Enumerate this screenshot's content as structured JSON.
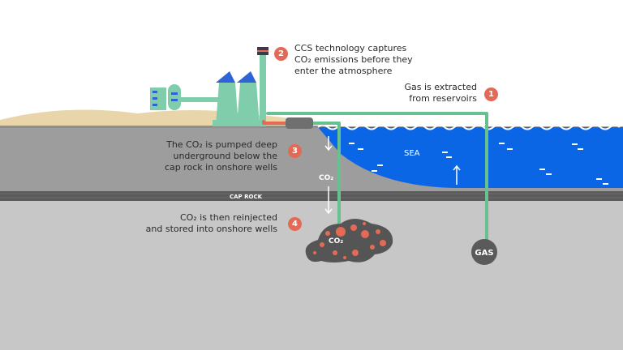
{
  "colors": {
    "sky": "#ffffff",
    "sand": "#e9d5aa",
    "sea": "#0a66e6",
    "ground_upper": "#9c9c9c",
    "ground_lower": "#c6c6c6",
    "cap_rock": "#5a5a5a",
    "pipe": "#67c08f",
    "building": "#7fcdaa",
    "roof_blue": "#2f63d6",
    "badge": "#e36a57",
    "co2_blob": "#555555",
    "co2_bubble": "#e36a57",
    "gas_ball": "#5a5a5a"
  },
  "icons": [
    "factory-icon",
    "chimney-icon",
    "gas-well-icon",
    "arrow-down-icon",
    "arrow-up-icon"
  ],
  "steps": [
    {
      "number": "1",
      "lines": [
        "Gas is extracted",
        "from reservoirs"
      ]
    },
    {
      "number": "2",
      "lines": [
        "CCS technology captures",
        "CO₂ emissions before they",
        "enter the atmosphere"
      ]
    },
    {
      "number": "3",
      "lines": [
        "The CO₂ is pumped deep",
        "underground below the",
        "cap rock in onshore wells"
      ]
    },
    {
      "number": "4",
      "lines": [
        "CO₂ is then reinjected",
        "and stored into onshore wells"
      ]
    }
  ],
  "labels": {
    "sea": "SEA",
    "cap_rock": "CAP ROCK",
    "co2_pipe": "CO₂",
    "co2_store": "CO₂",
    "gas": "GAS"
  }
}
